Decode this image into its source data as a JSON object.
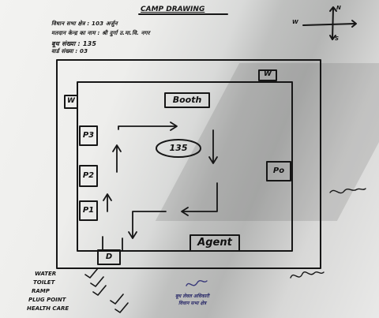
{
  "sheet": {
    "title": "CAMP DRAWING",
    "header_lines": [
      "विधान सभा क्षेत्र : 103 अर्जुन",
      "मतदान केन्द्र का नाम : श्री दुर्गा उ.मा.वि. नगर",
      "बूथ संख्या : 135",
      "वार्ड संख्या : 03"
    ],
    "compass": {
      "north": "N",
      "south": "S",
      "west": "W"
    },
    "booth_number": "135",
    "rooms": {
      "water_top": "W",
      "water_left": "W",
      "booth": "Booth",
      "p3": "P3",
      "p2": "P2",
      "p1": "P1",
      "po": "Po",
      "door": "D",
      "agent": "Agent"
    },
    "checklist": [
      "WATER",
      "TOILET",
      "RAMP",
      "PLUG POINT",
      "HEALTH CARE"
    ],
    "stamp": {
      "line1": "बूथ लेवल अधिकारी",
      "line2": "विधान सभा क्षेत्र"
    }
  }
}
